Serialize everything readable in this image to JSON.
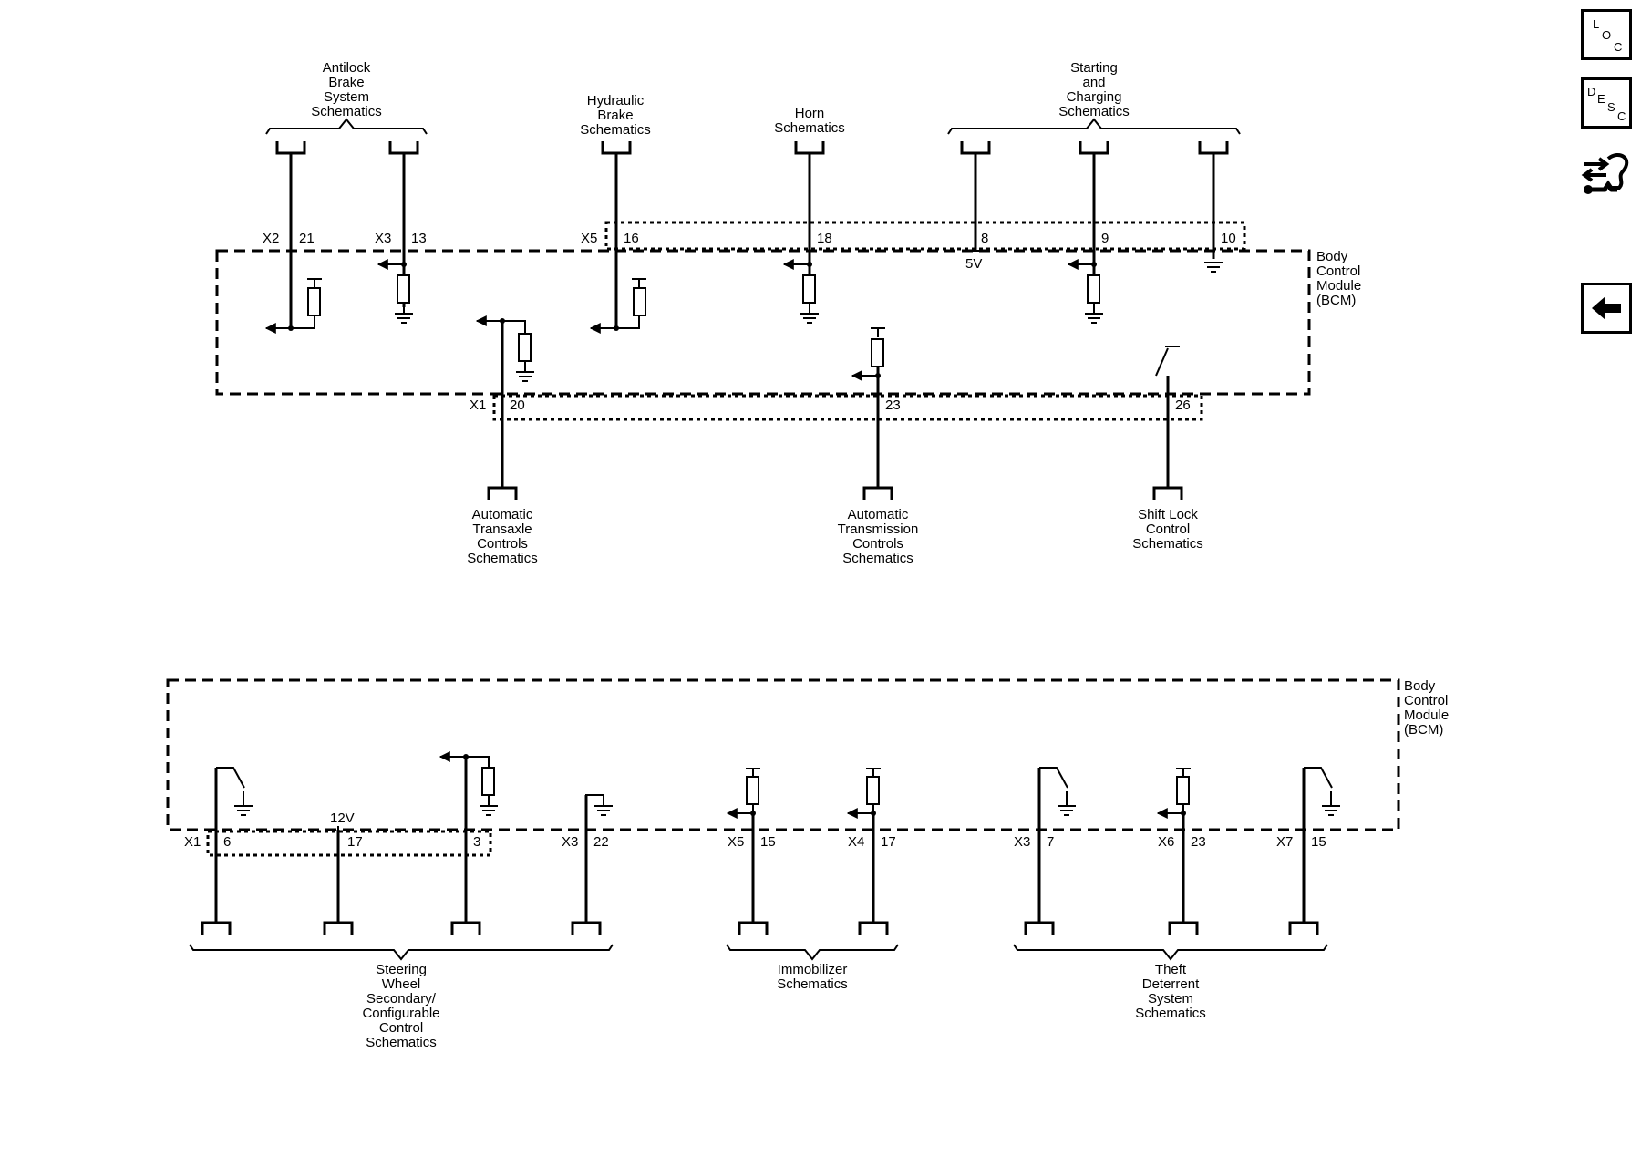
{
  "side_buttons": {
    "loc": {
      "l1": "L",
      "l2": "O",
      "l3": "C"
    },
    "desc": {
      "l1": "D",
      "l2": "E",
      "l3": "S",
      "l4": "C"
    },
    "tool_icon": "connector-tool-icon",
    "back_icon": "back-arrow-icon"
  },
  "module": {
    "l1": "Body",
    "l2": "Control",
    "l3": "Module",
    "l4": "(BCM)"
  },
  "top": {
    "abs": {
      "l1": "Antilock",
      "l2": "Brake",
      "l3": "System",
      "l4": "Schematics"
    },
    "hyd": {
      "l1": "Hydraulic",
      "l2": "Brake",
      "l3": "Schematics"
    },
    "horn": {
      "l1": "Horn",
      "l2": "Schematics"
    },
    "sc": {
      "l1": "Starting",
      "l2": "and",
      "l3": "Charging",
      "l4": "Schematics"
    },
    "atx": {
      "l1": "Automatic",
      "l2": "Transaxle",
      "l3": "Controls",
      "l4": "Schematics"
    },
    "atm": {
      "l1": "Automatic",
      "l2": "Transmission",
      "l3": "Controls",
      "l4": "Schematics"
    },
    "shift": {
      "l1": "Shift Lock",
      "l2": "Control",
      "l3": "Schematics"
    },
    "pins": {
      "x2": "X2",
      "p21": "21",
      "x3": "X3",
      "p13": "13",
      "x5": "X5",
      "p16": "16",
      "p18": "18",
      "p8": "8",
      "v5": "5V",
      "p9": "9",
      "p10": "10",
      "x1": "X1",
      "p20": "20",
      "p23": "23",
      "p26": "26"
    }
  },
  "bottom": {
    "sw": {
      "l1": "Steering",
      "l2": "Wheel",
      "l3": "Secondary/",
      "l4": "Configurable",
      "l5": "Control",
      "l6": "Schematics"
    },
    "immo": {
      "l1": "Immobilizer",
      "l2": "Schematics"
    },
    "theft": {
      "l1": "Theft",
      "l2": "Deterrent",
      "l3": "System",
      "l4": "Schematics"
    },
    "pins": {
      "x1": "X1",
      "p6": "6",
      "v12": "12V",
      "p17a": "17",
      "p3": "3",
      "x3a": "X3",
      "p22": "22",
      "x5": "X5",
      "p15a": "15",
      "x4": "X4",
      "p17b": "17",
      "x3b": "X3",
      "p7": "7",
      "x6": "X6",
      "p23": "23",
      "x7": "X7",
      "p15b": "15"
    }
  }
}
